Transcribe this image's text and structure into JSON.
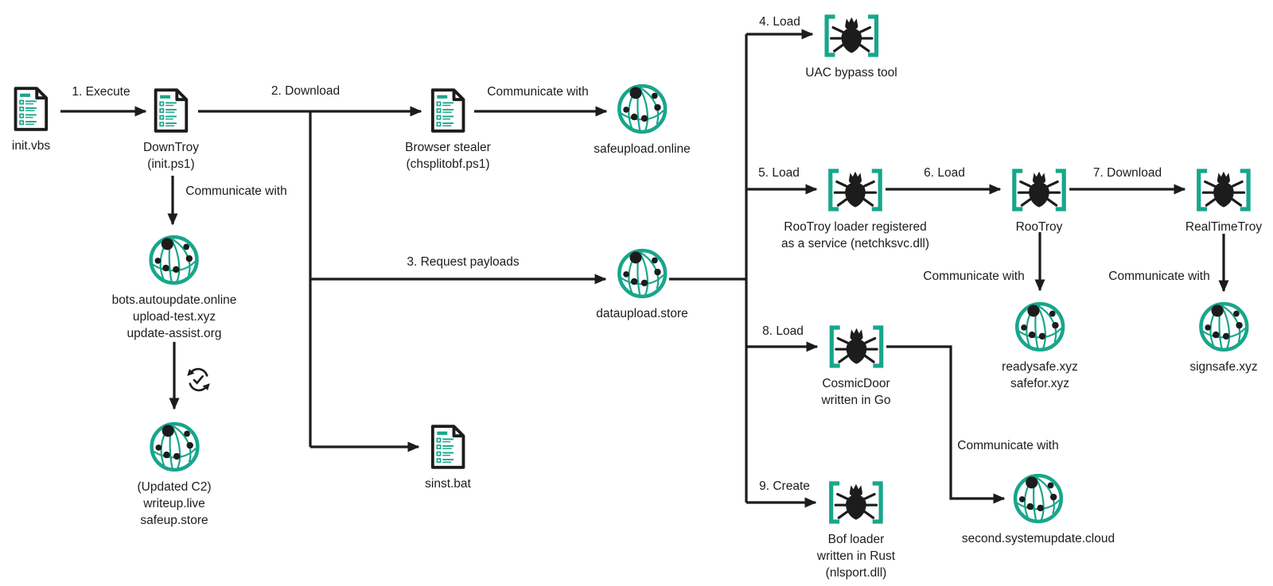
{
  "colors": {
    "accent_teal": "#18a68b",
    "ink": "#1c1c1c",
    "background": "#ffffff"
  },
  "icons": {
    "script_file": "document-icon",
    "c2_server": "globe-network-icon",
    "malware": "malware-bracket-bug-icon",
    "update_cycle": "refresh-check-icon"
  },
  "edges": {
    "execute": "1. Execute",
    "download": "2. Download",
    "request_payloads": "3. Request payloads",
    "load_uac": "4. Load",
    "load_rootroy_loader": "5. Load",
    "load_rootroy": "6. Load",
    "download_realtimetroy": "7. Download",
    "load_cosmicdoor": "8. Load",
    "create_bof": "9. Create",
    "communicate_with": "Communicate with"
  },
  "nodes": {
    "init_vbs": {
      "label": "init.vbs"
    },
    "downtroy": {
      "lines": [
        "DownTroy",
        "(init.ps1)"
      ]
    },
    "browser_stealer": {
      "lines": [
        "Browser stealer",
        "(chsplitobf.ps1)"
      ]
    },
    "safeupload": {
      "label": "safeupload.online"
    },
    "c2_domains": {
      "lines": [
        "bots.autoupdate.online",
        "upload-test.xyz",
        "update-assist.org"
      ]
    },
    "updated_c2": {
      "lines": [
        "(Updated C2)",
        "writeup.live",
        "safeup.store"
      ]
    },
    "dataupload": {
      "label": "dataupload.store"
    },
    "sinst": {
      "label": "sinst.bat"
    },
    "uac_tool": {
      "label": "UAC bypass tool"
    },
    "rootroy_loader": {
      "lines": [
        "RooTroy loader registered",
        "as a service (netchksvc.dll)"
      ]
    },
    "rootroy": {
      "label": "RooTroy"
    },
    "realtimetroy": {
      "label": "RealTimeTroy"
    },
    "readysafe": {
      "lines": [
        "readysafe.xyz",
        "safefor.xyz"
      ]
    },
    "signsafe": {
      "label": "signsafe.xyz"
    },
    "cosmicdoor": {
      "lines": [
        "CosmicDoor",
        "written in Go"
      ]
    },
    "second_c2": {
      "label": "second.systemupdate.cloud"
    },
    "bof_loader": {
      "lines": [
        "Bof loader",
        "written in Rust",
        "(nlsport.dll)"
      ]
    }
  }
}
